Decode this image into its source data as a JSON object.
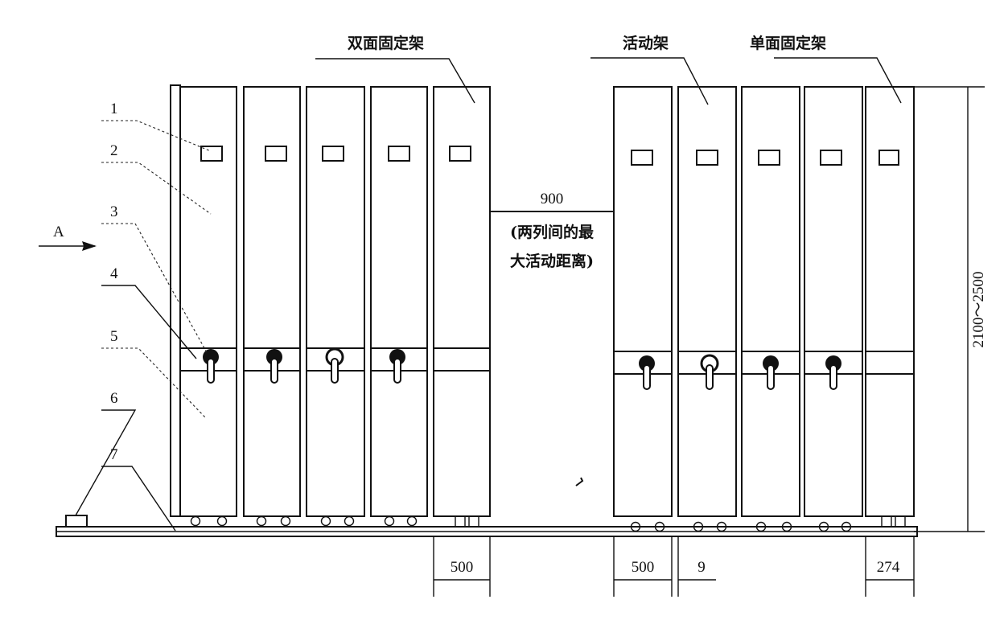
{
  "labels": {
    "double_fixed": "双面固定架",
    "movable": "活动架",
    "single_fixed": "单面固定架"
  },
  "numbers": [
    "1",
    "2",
    "3",
    "4",
    "5",
    "6",
    "7"
  ],
  "arrow_label": "A",
  "gap": {
    "value": "900",
    "note_line1": "(两列间的最",
    "note_line2": "大活动距离)"
  },
  "dimensions": {
    "height": "2100～2500",
    "width_fixed": "500",
    "width_movable": "500",
    "spacing": "9",
    "width_single": "274"
  }
}
